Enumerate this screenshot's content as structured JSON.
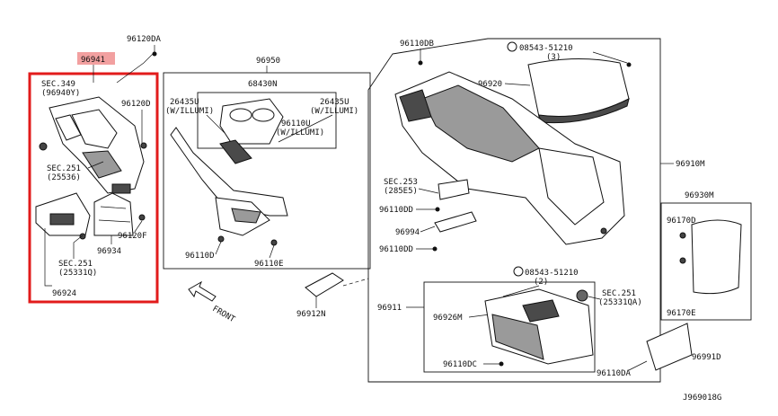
{
  "diagram": {
    "drawing_id": "J969018G",
    "front_label": "FRONT",
    "highlight_color": "#e21b1b",
    "highlight_part_bg": "#f2a0a0",
    "labels": {
      "p96941": "96941",
      "p96120DA": "96120DA",
      "sec349a": "SEC.349",
      "sec349b": "(96940Y)",
      "p96120D": "96120D",
      "sec251a_1": "SEC.251",
      "sec251a_2": "(25536)",
      "p96120F": "96120F",
      "p96934": "96934",
      "sec251b_1": "SEC.251",
      "sec251b_2": "(25331Q)",
      "p96924": "96924",
      "p96950": "96950",
      "p68430N": "68430N",
      "p26435U_l1": "26435U",
      "p26435U_l2": "(W/ILLUMI)",
      "p26435U_r1": "26435U",
      "p26435U_r2": "(W/ILLUMI)",
      "p96110U_1": "96110U",
      "p96110U_2": "(W/ILLUMI)",
      "p96110D_left": "96110D",
      "p96110E": "96110E",
      "p96110DB": "96110DB",
      "p08543_top_1": "08543-51210",
      "p08543_top_2": "(3)",
      "p96920": "96920",
      "p96910M": "96910M",
      "sec253_1": "SEC.253",
      "sec253_2": "(285E5)",
      "p96110DD_1": "96110DD",
      "p96994": "96994",
      "p96110DD_2": "96110DD",
      "p08543_mid_1": "08543-51210",
      "p08543_mid_2": "(2)",
      "sec251c_1": "SEC.251",
      "sec251c_2": "(25331QA)",
      "p96911": "96911",
      "p96926M": "96926M",
      "p96110DC": "96110DC",
      "p96110DA": "96110DA",
      "p96991D": "96991D",
      "p96912N": "96912N",
      "p96930M": "96930M",
      "p96170D": "96170D",
      "p96170E": "96170E"
    }
  }
}
